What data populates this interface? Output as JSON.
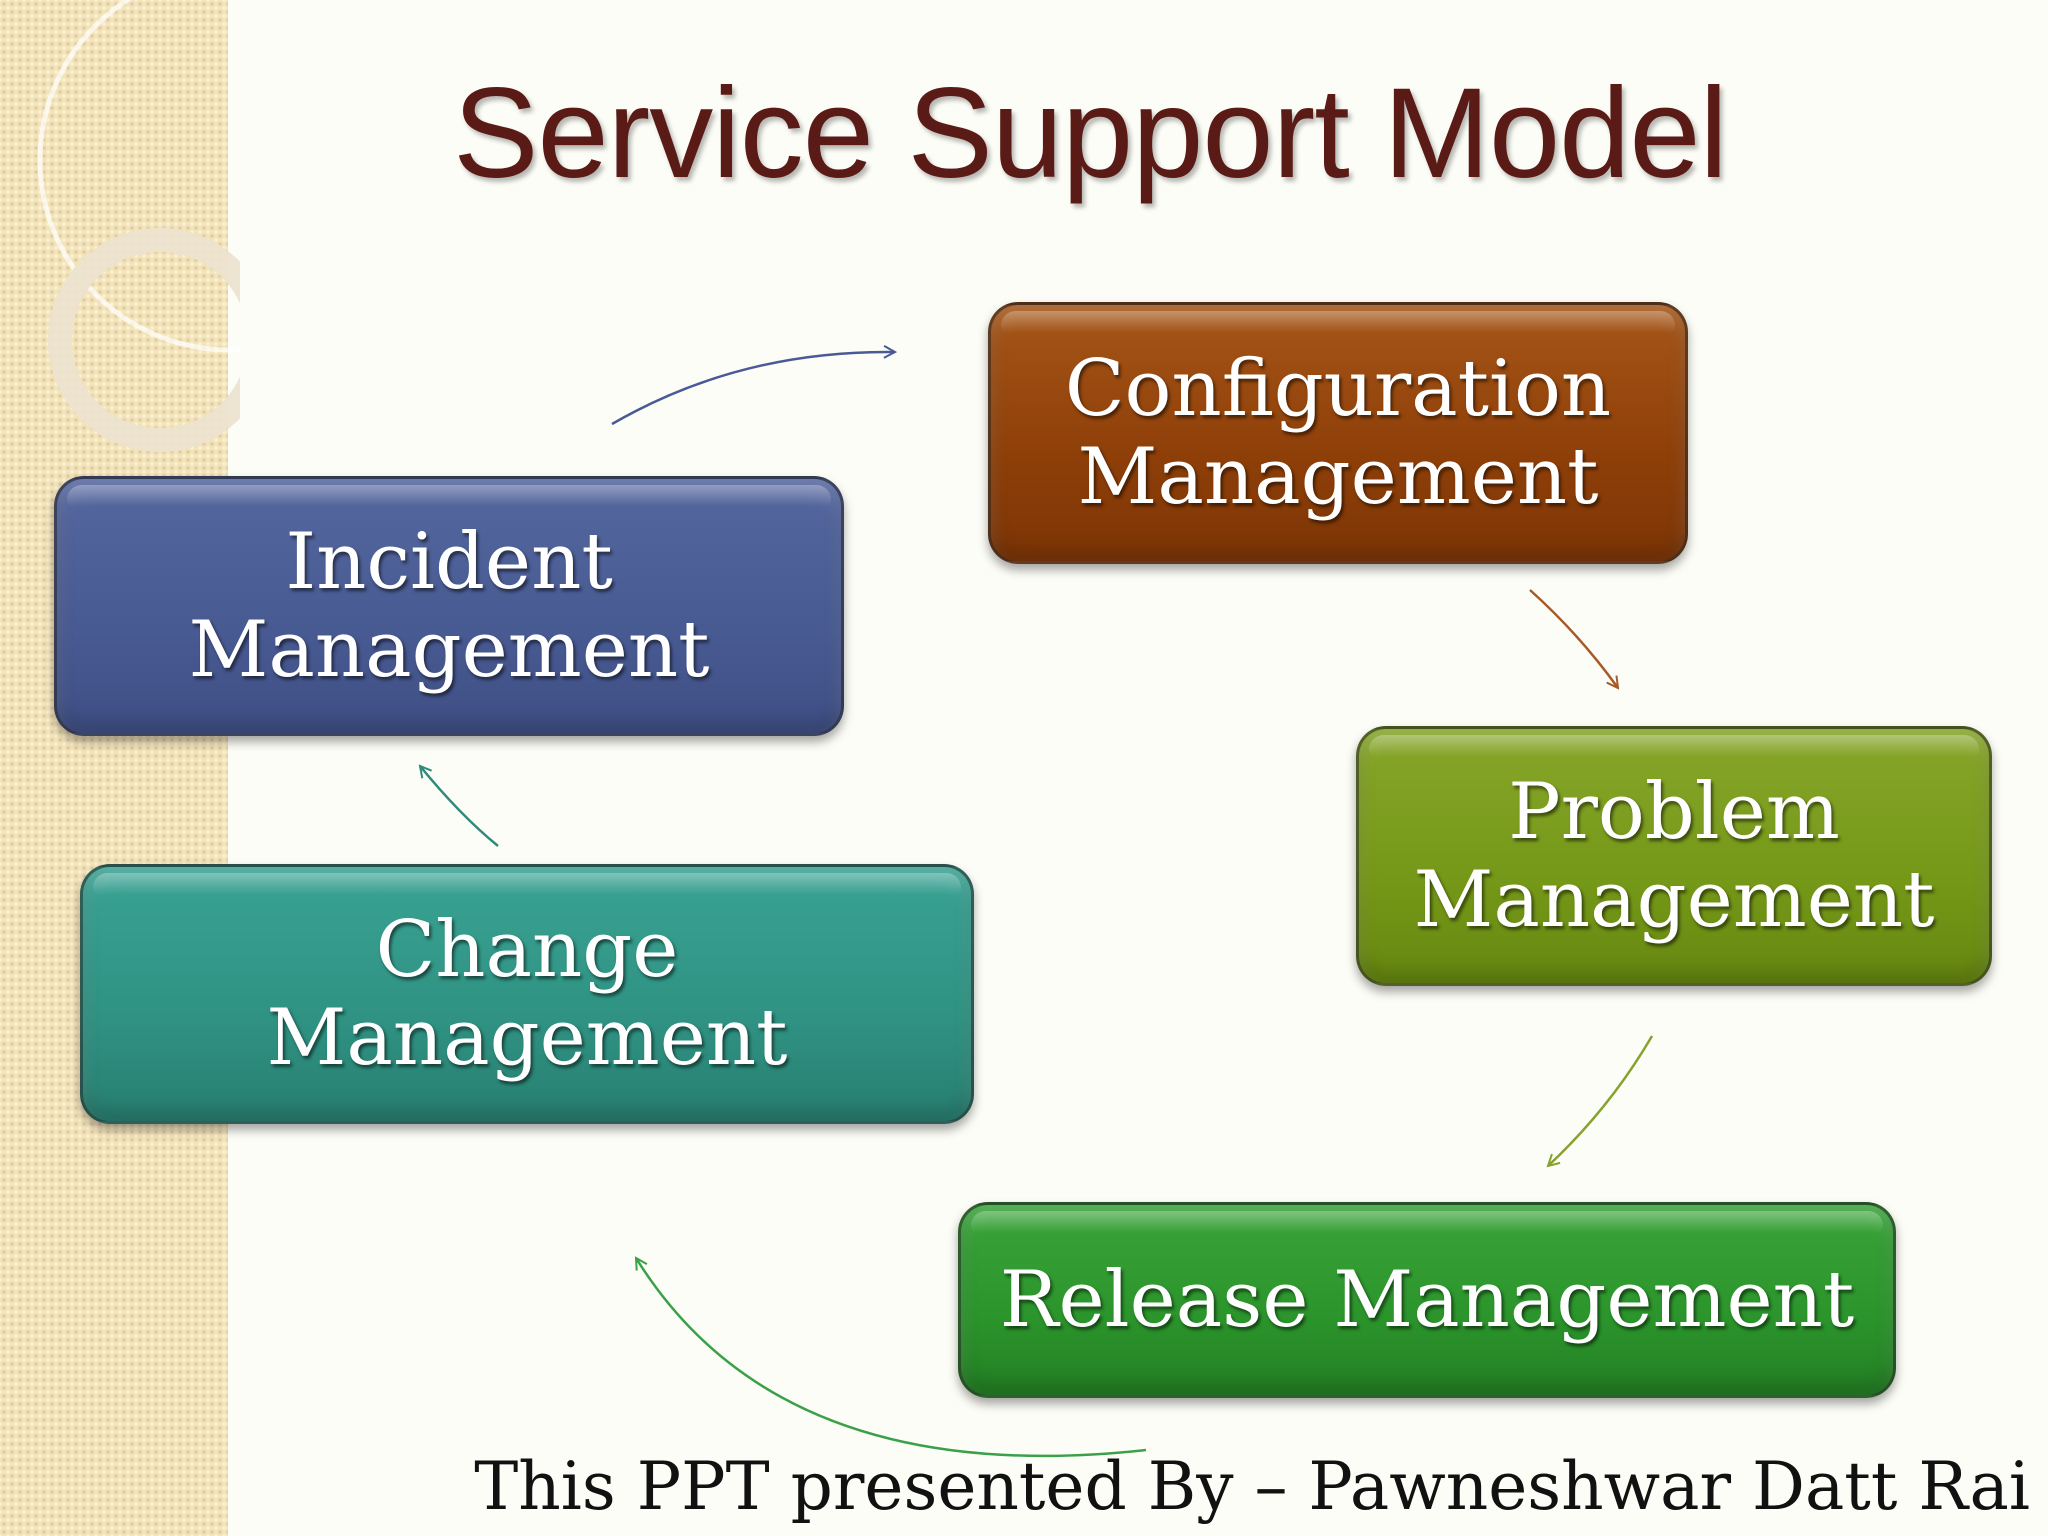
{
  "title": "Service Support Model",
  "nodes": {
    "configuration": "Configuration Management",
    "incident": "Incident Management",
    "problem": "Problem Management",
    "change": "Change Management",
    "release": "Release Management"
  },
  "footer": "This PPT presented By – Pawneshwar Datt Rai",
  "colors": {
    "title": "#5a1a16",
    "configuration": "#8e3f08",
    "incident": "#485a92",
    "problem": "#759818",
    "change": "#2f9282",
    "release": "#2b942b"
  }
}
